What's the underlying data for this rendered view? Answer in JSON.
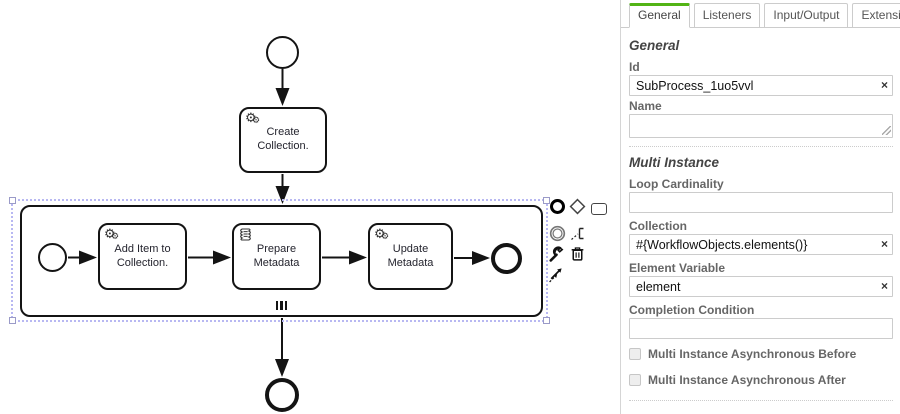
{
  "colors": {
    "accent_green": "#52b415",
    "selection_outline": "#b8b8f2",
    "shape_stroke": "#141414"
  },
  "diagram": {
    "service_gear_glyph": "⚙",
    "tasks": [
      {
        "label": "Create Collection.",
        "type": "service"
      },
      {
        "label": "Add Item to Collection.",
        "type": "service"
      },
      {
        "label": "Prepare Metadata",
        "type": "script"
      },
      {
        "label": "Update Metadata",
        "type": "service"
      }
    ],
    "subprocess": {
      "marker": "parallel-multi-instance"
    },
    "context_pad": [
      "append-end-event",
      "append-gateway",
      "append-task",
      "append-intermediate-event",
      "append-text-annotation",
      "change-type",
      "delete",
      "connect"
    ]
  },
  "panel": {
    "tabs": [
      {
        "label": "General",
        "active": true
      },
      {
        "label": "Listeners",
        "active": false
      },
      {
        "label": "Input/Output",
        "active": false
      },
      {
        "label": "Extensions",
        "active": false
      }
    ],
    "clear_icon": "×",
    "general": {
      "title": "General",
      "id_label": "Id",
      "id_value": "SubProcess_1uo5vvl",
      "name_label": "Name",
      "name_value": ""
    },
    "multi_instance": {
      "title": "Multi Instance",
      "loop_cardinality_label": "Loop Cardinality",
      "loop_cardinality_value": "",
      "collection_label": "Collection",
      "collection_value": "#{WorkflowObjects.elements()}",
      "element_variable_label": "Element Variable",
      "element_variable_value": "element",
      "completion_condition_label": "Completion Condition",
      "completion_condition_value": "",
      "async_before_label": "Multi Instance Asynchronous Before",
      "async_after_label": "Multi Instance Asynchronous After"
    }
  }
}
